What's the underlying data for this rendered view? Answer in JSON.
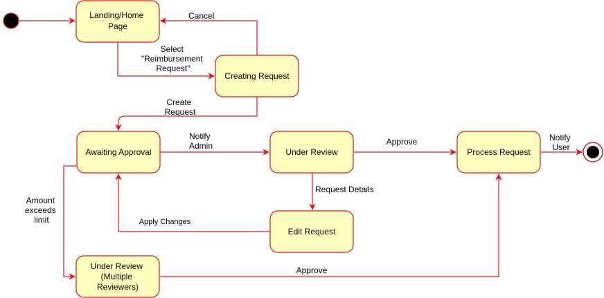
{
  "states": {
    "landing": "Landing/Home Page",
    "creating": "Creating Request",
    "awaiting": "Awaiting Approval",
    "under_review": "Under Review",
    "process": "Process Request",
    "edit": "Edit Request",
    "multi_review": "Under Review (Multiple Reviewers)"
  },
  "transitions": {
    "cancel": "Cancel",
    "select": "Select \"Reimbursement Request\"",
    "create": "Create Request",
    "notify_admin": "Notify Admin",
    "approve_main": "Approve",
    "notify_user": "Notify User",
    "request_details": "Request Details",
    "apply_changes": "Apply Changes",
    "amount_exceeds": "Amount exceeds limit",
    "approve_multi": "Approve"
  },
  "colors": {
    "state_fill": "#ffffc0",
    "line": "#e0161b",
    "initial": "#000000"
  }
}
